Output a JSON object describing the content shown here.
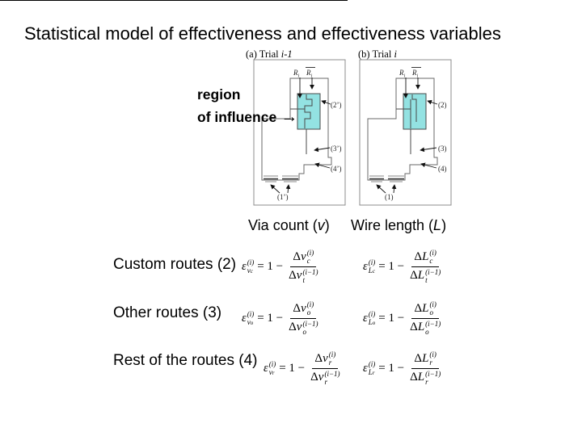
{
  "slide": {
    "title": "Statistical model of effectiveness and effectiveness variables",
    "region_line1": "region",
    "region_line2": "of influence",
    "region_arrow": "→"
  },
  "colors": {
    "region_fill": "#93E2E2"
  },
  "diagrams": [
    {
      "caption_prefix": "(a) Trial ",
      "caption_var": "i-1",
      "r1": "R",
      "r1_sub": "i",
      "r2": "R",
      "r2_sub": "i",
      "callout_top": "(2’)",
      "callout_mid": "(3’)",
      "callout_low": "(4’)",
      "callout_bottom": "(1’)"
    },
    {
      "caption_prefix": "(b) Trial ",
      "caption_var": "i",
      "r1": "R",
      "r1_sub": "i",
      "r2": "R",
      "r2_sub": "i",
      "callout_top": "(2)",
      "callout_mid": "(3)",
      "callout_low": "(4)",
      "callout_bottom": "(1)"
    }
  ],
  "table": {
    "header_via": {
      "prefix": "Via count (",
      "var": "v",
      "suffix": ")"
    },
    "header_wire": {
      "prefix": "Wire length (",
      "var": "L",
      "suffix": ")"
    },
    "rows": [
      {
        "label": "Custom routes (2)",
        "via": {
          "eps": "ε",
          "sup": "(i)",
          "sub_var": "v",
          "sub_sub": "c",
          "eq": "= 1 −",
          "num": {
            "delta": "Δ",
            "var": "v",
            "sub": "c",
            "sup": "(i)"
          },
          "den": {
            "delta": "Δ",
            "var": "v",
            "sub": "t",
            "sup": "(i−1)"
          }
        },
        "wire": {
          "eps": "ε",
          "sup": "(i)",
          "sub_var": "L",
          "sub_sub": "c",
          "eq": "= 1 −",
          "num": {
            "delta": "Δ",
            "var": "L",
            "sub": "c",
            "sup": "(i)"
          },
          "den": {
            "delta": "Δ",
            "var": "L",
            "sub": "t",
            "sup": "(i−1)"
          }
        }
      },
      {
        "label": "Other routes (3)",
        "via": {
          "eps": "ε",
          "sup": "(i)",
          "sub_var": "v",
          "sub_sub": "o",
          "eq": "= 1 −",
          "num": {
            "delta": "Δ",
            "var": "v",
            "sub": "o",
            "sup": "(i)"
          },
          "den": {
            "delta": "Δ",
            "var": "v",
            "sub": "o",
            "sup": "(i−1)"
          }
        },
        "wire": {
          "eps": "ε",
          "sup": "(i)",
          "sub_var": "L",
          "sub_sub": "o",
          "eq": "= 1 −",
          "num": {
            "delta": "Δ",
            "var": "L",
            "sub": "o",
            "sup": "(i)"
          },
          "den": {
            "delta": "Δ",
            "var": "L",
            "sub": "o",
            "sup": "(i−1)"
          }
        }
      },
      {
        "label": "Rest of the routes (4)",
        "via": {
          "eps": "ε",
          "sup": "(i)",
          "sub_var": "v",
          "sub_sub": "r",
          "eq": "= 1 −",
          "num": {
            "delta": "Δ",
            "var": "v",
            "sub": "r",
            "sup": "(i)"
          },
          "den": {
            "delta": "Δ",
            "var": "v",
            "sub": "r",
            "sup": "(i−1)"
          }
        },
        "wire": {
          "eps": "ε",
          "sup": "(i)",
          "sub_var": "L",
          "sub_sub": "r",
          "eq": "= 1 −",
          "num": {
            "delta": "Δ",
            "var": "L",
            "sub": "r",
            "sup": "(i)"
          },
          "den": {
            "delta": "Δ",
            "var": "L",
            "sub": "r",
            "sup": "(i−1)"
          }
        }
      }
    ]
  }
}
